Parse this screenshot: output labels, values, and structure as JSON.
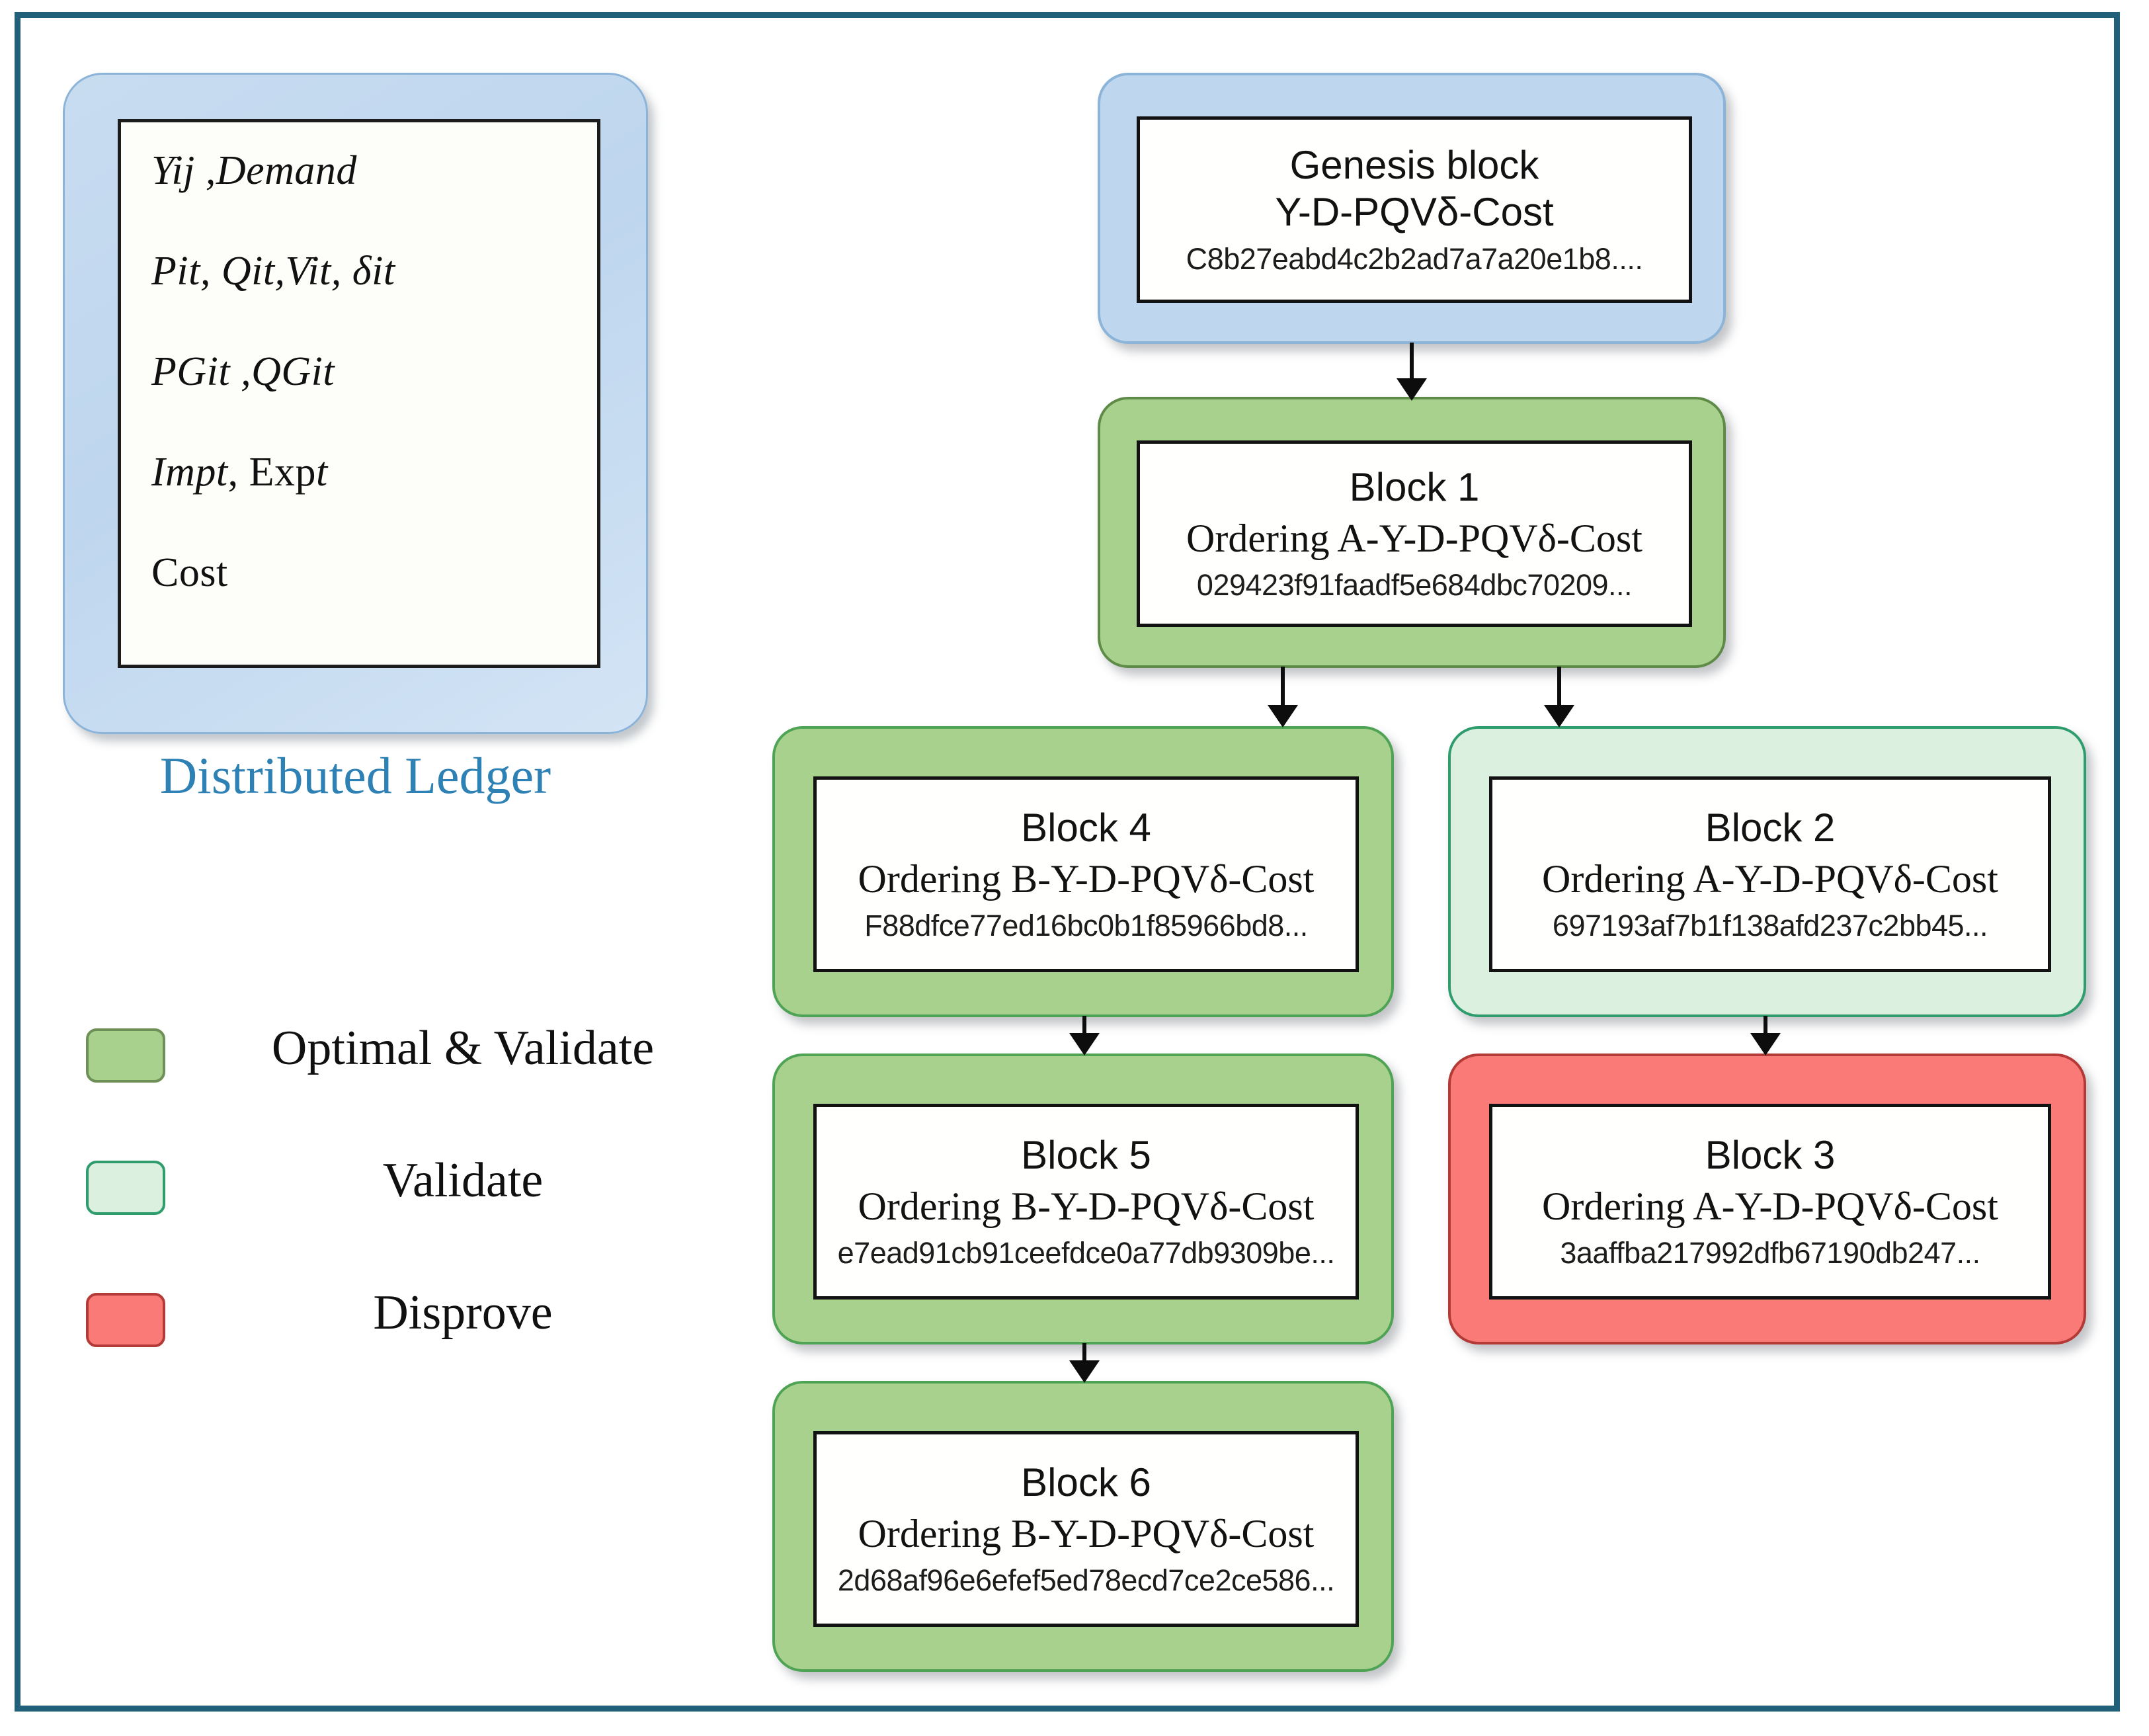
{
  "frame": {
    "border_color": "#226079"
  },
  "ledger": {
    "caption": "Distributed Ledger",
    "caption_color": "#2e81b5",
    "fill_color": "#c8dcf0",
    "lines": [
      {
        "parts": [
          {
            "text": "Yij ,Demand",
            "style": "italic"
          }
        ]
      },
      {
        "parts": [
          {
            "text": "Pit, Qit,Vit, δit",
            "style": "italic"
          }
        ]
      },
      {
        "parts": [
          {
            "text": "PGit ,QGit",
            "style": "italic"
          }
        ]
      },
      {
        "parts": [
          {
            "text": "Impt",
            "style": "italic"
          },
          {
            "text": ", Exp",
            "style": "normal"
          },
          {
            "text": "t",
            "style": "italic"
          }
        ]
      },
      {
        "parts": [
          {
            "text": "Cost",
            "style": "normal"
          }
        ]
      }
    ]
  },
  "legend": {
    "items": [
      {
        "label": "Optimal & Validate",
        "fill": "#a9d18e",
        "border": "#6e8f55"
      },
      {
        "label": "Validate",
        "fill": "#dcf0e0",
        "border": "#2f9c6e"
      },
      {
        "label": "Disprove",
        "fill": "#fa7a77",
        "border": "#b33a37"
      }
    ]
  },
  "chain": {
    "nodes": [
      {
        "id": "genesis",
        "title": "Genesis block",
        "ordering": "Y-D-PQVδ-Cost",
        "hash": "C8b27eabd4c2b2ad7a7a20e1b8....",
        "status": "genesis",
        "fill": "#bed6ee",
        "border": "#8cb4d8"
      },
      {
        "id": "block1",
        "title": "Block 1",
        "ordering": "Ordering A-Y-D-PQVδ-Cost",
        "hash": "029423f91faadf5e684dbc70209...",
        "status": "Optimal & Validate",
        "fill": "#a9d18e",
        "border": "#5f8b48"
      },
      {
        "id": "block4",
        "title": "Block 4",
        "ordering": "Ordering B-Y-D-PQVδ-Cost",
        "hash": "F88dfce77ed16bc0b1f85966bd8...",
        "status": "Optimal & Validate",
        "fill": "#a9d18e",
        "border": "#4fa355"
      },
      {
        "id": "block2",
        "title": "Block 2",
        "ordering": "Ordering A-Y-D-PQVδ-Cost",
        "hash": "697193af7b1f138afd237c2bb45...",
        "status": "Validate",
        "fill": "#dcf0e0",
        "border": "#2f9c6e"
      },
      {
        "id": "block5",
        "title": "Block 5",
        "ordering": "Ordering B-Y-D-PQVδ-Cost",
        "hash": "e7ead91cb91ceefdce0a77db9309be...",
        "status": "Optimal & Validate",
        "fill": "#a9d18e",
        "border": "#4fa355"
      },
      {
        "id": "block3",
        "title": "Block 3",
        "ordering": "Ordering A-Y-D-PQVδ-Cost",
        "hash": "3aaffba217992dfb67190db247...",
        "status": "Disprove",
        "fill": "#fa7a77",
        "border": "#b33a37"
      },
      {
        "id": "block6",
        "title": "Block 6",
        "ordering": "Ordering B-Y-D-PQVδ-Cost",
        "hash": "2d68af96e6efef5ed78ecd7ce2ce586...",
        "status": "Optimal & Validate",
        "fill": "#a9d18e",
        "border": "#4fa355"
      }
    ],
    "edges": [
      {
        "from": "genesis",
        "to": "block1"
      },
      {
        "from": "block1",
        "to": "block4"
      },
      {
        "from": "block1",
        "to": "block2"
      },
      {
        "from": "block4",
        "to": "block5"
      },
      {
        "from": "block2",
        "to": "block3"
      },
      {
        "from": "block5",
        "to": "block6"
      }
    ]
  }
}
